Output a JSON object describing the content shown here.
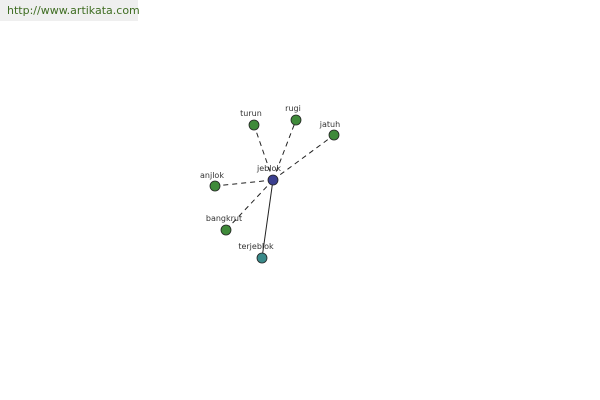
{
  "site_url": "http://www.artikata.com",
  "center": {
    "label": "jeblok",
    "color": "#3b3f8f"
  },
  "nodes": [
    {
      "id": "turun",
      "label": "turun",
      "color": "#3f8a3a",
      "link": "dashed"
    },
    {
      "id": "rugi",
      "label": "rugi",
      "color": "#3f8a3a",
      "link": "dashed"
    },
    {
      "id": "jatuh",
      "label": "jatuh",
      "color": "#3f8a3a",
      "link": "dashed"
    },
    {
      "id": "anjlok",
      "label": "anjlok",
      "color": "#3f8a3a",
      "link": "dashed"
    },
    {
      "id": "bangkrut",
      "label": "bangkrut",
      "color": "#3f8a3a",
      "link": "dashed"
    },
    {
      "id": "terjeblok",
      "label": "terjeblok",
      "color": "#3a8a8a",
      "link": "solid"
    }
  ]
}
